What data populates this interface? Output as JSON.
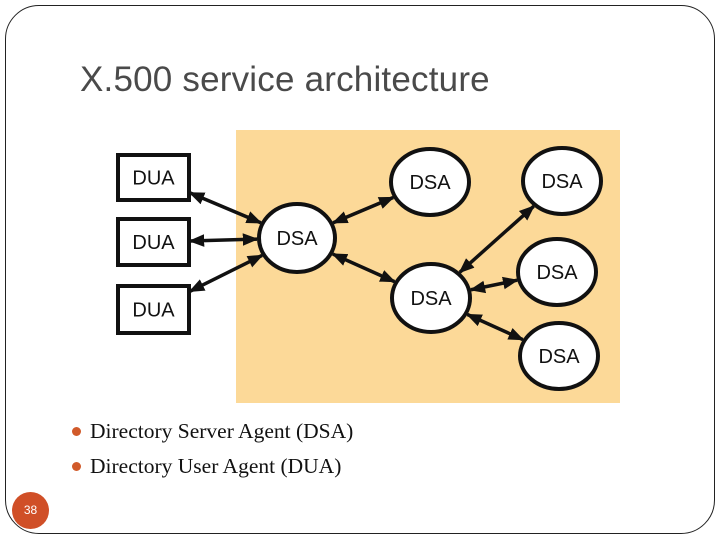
{
  "slide": {
    "title": "X.500 service architecture",
    "page_number": "38"
  },
  "diagram": {
    "background_color": "#FCD998",
    "duas": [
      {
        "id": "dua1",
        "label": "DUA"
      },
      {
        "id": "dua2",
        "label": "DUA"
      },
      {
        "id": "dua3",
        "label": "DUA"
      }
    ],
    "dsas": [
      {
        "id": "dsa_hub",
        "label": "DSA"
      },
      {
        "id": "dsa_top",
        "label": "DSA"
      },
      {
        "id": "dsa_mid",
        "label": "DSA"
      },
      {
        "id": "dsa_far_top",
        "label": "DSA"
      },
      {
        "id": "dsa_right",
        "label": "DSA"
      },
      {
        "id": "dsa_bottom",
        "label": "DSA"
      }
    ],
    "connections": [
      {
        "from": "dua1",
        "to": "dsa_hub",
        "bidirectional": true
      },
      {
        "from": "dua2",
        "to": "dsa_hub",
        "bidirectional": true
      },
      {
        "from": "dua3",
        "to": "dsa_hub",
        "bidirectional": true
      },
      {
        "from": "dsa_hub",
        "to": "dsa_top",
        "bidirectional": true
      },
      {
        "from": "dsa_hub",
        "to": "dsa_mid",
        "bidirectional": true
      },
      {
        "from": "dsa_mid",
        "to": "dsa_far_top",
        "bidirectional": true
      },
      {
        "from": "dsa_mid",
        "to": "dsa_right",
        "bidirectional": true
      },
      {
        "from": "dsa_mid",
        "to": "dsa_bottom",
        "bidirectional": true
      }
    ]
  },
  "bullets": [
    {
      "text": "Directory Server Agent (DSA)"
    },
    {
      "text": "Directory User Agent (DUA)"
    }
  ],
  "colors": {
    "bullet": "#d15a2a",
    "page_badge": "#d04f27",
    "title": "#4a4a4a"
  }
}
